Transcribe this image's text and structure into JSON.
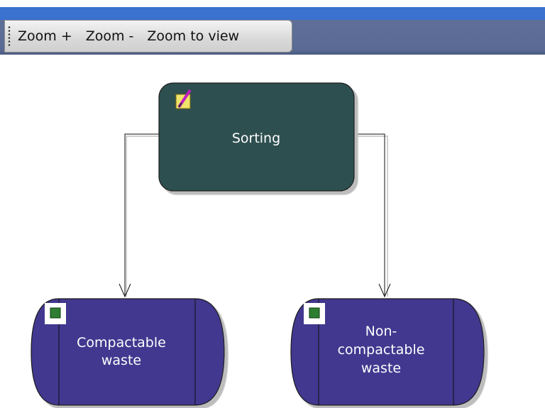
{
  "toolbar": {
    "zoom_in_label": "Zoom +",
    "zoom_out_label": "Zoom -",
    "zoom_to_view_label": "Zoom to view"
  },
  "diagram": {
    "nodes": {
      "sorting": {
        "label_lines": [
          "Sorting"
        ],
        "fill": "#2f4f4f",
        "icon": "pencil-icon"
      },
      "compactable": {
        "label_lines": [
          "Compactable",
          "waste"
        ],
        "fill": "#42388f",
        "icon": "green-square-icon"
      },
      "non_compactable": {
        "label_lines": [
          "Non-",
          "compactable",
          "waste"
        ],
        "fill": "#42388f",
        "icon": "green-square-icon"
      }
    },
    "edges": [
      {
        "from": "Sorting",
        "to": "Compactable waste"
      },
      {
        "from": "Sorting",
        "to": "Non-compactable waste"
      }
    ]
  }
}
